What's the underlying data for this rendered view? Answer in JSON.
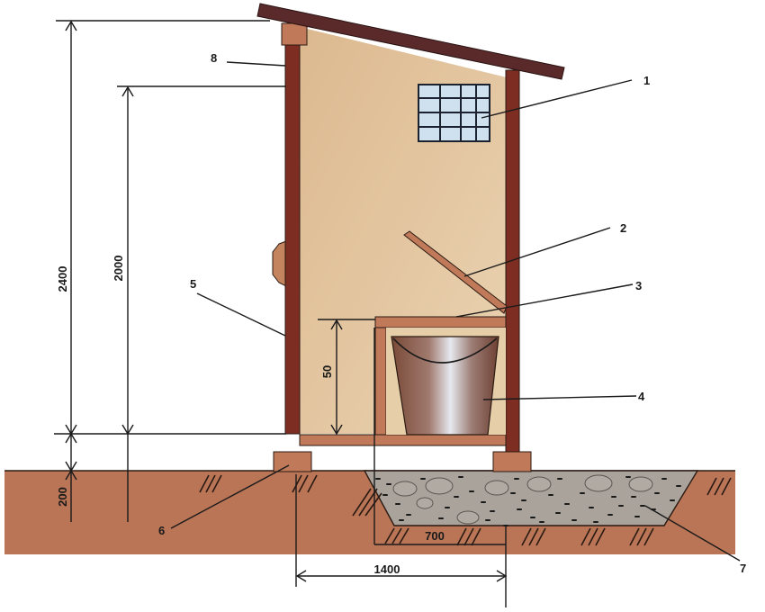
{
  "diagram": {
    "subject": "Outdoor toilet (side section) with bucket and gravel drainage pit",
    "colors": {
      "soil": "#b97556",
      "wall_panel": "#e4c7a0",
      "post": "#7e2d22",
      "roof": "#5a2a2a",
      "beam": "#c07a5a",
      "window_glass": "#cfe0ee",
      "gravel": "#a9a39c",
      "bucket_dark": "#7a4a38",
      "bucket_light": "#dfe3ea"
    },
    "callouts": [
      {
        "num": "1",
        "target": "window"
      },
      {
        "num": "2",
        "target": "seat-lid"
      },
      {
        "num": "3",
        "target": "seat-box"
      },
      {
        "num": "4",
        "target": "bucket"
      },
      {
        "num": "5",
        "target": "wall-post"
      },
      {
        "num": "6",
        "target": "foundation-block"
      },
      {
        "num": "7",
        "target": "gravel-drainage-pit"
      },
      {
        "num": "8",
        "target": "front-post"
      }
    ],
    "dimensions": {
      "total_height": "2400",
      "interior_height": "2000",
      "seat_height": "50",
      "foundation_height": "200",
      "pit_width": "700",
      "base_width": "1400"
    }
  }
}
